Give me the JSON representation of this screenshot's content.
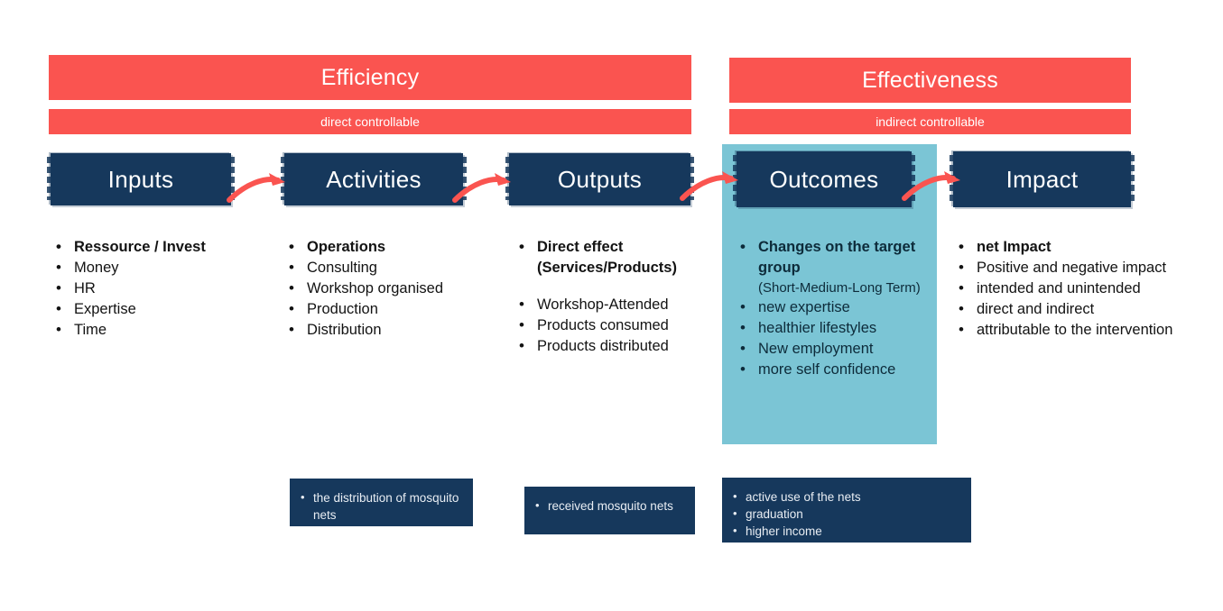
{
  "banners": {
    "efficiency": {
      "title": "Efficiency",
      "subtitle": "direct controllable"
    },
    "effectiveness": {
      "title": "Effectiveness",
      "subtitle": "indirect controllable"
    }
  },
  "colors": {
    "red": "#FA5450",
    "navy": "#16385C",
    "light_blue": "#7BC5D5",
    "text": "#131313"
  },
  "stages": {
    "inputs": "Inputs",
    "activities": "Activities",
    "outputs": "Outputs",
    "outcomes": "Outcomes",
    "impact": "Impact"
  },
  "lists": {
    "inputs": [
      {
        "text": "Ressource / Invest",
        "bold": true
      },
      {
        "text": "Money",
        "bold": false
      },
      {
        "text": "HR",
        "bold": false
      },
      {
        "text": "Expertise",
        "bold": false
      },
      {
        "text": "Time",
        "bold": false
      }
    ],
    "activities": [
      {
        "text": "Operations",
        "bold": true
      },
      {
        "text": "Consulting",
        "bold": false
      },
      {
        "text": "Workshop organised",
        "bold": false
      },
      {
        "text": "Production",
        "bold": false
      },
      {
        "text": "Distribution",
        "bold": false
      }
    ],
    "outputs": [
      {
        "text": "Direct effect (Services/Products)",
        "bold": true
      },
      {
        "text": "Workshop-Attended",
        "bold": false,
        "gap": true
      },
      {
        "text": "Products consumed",
        "bold": false
      },
      {
        "text": "Products distributed",
        "bold": false
      }
    ],
    "outcomes": [
      {
        "text": "Changes on the target group",
        "bold": true,
        "note": "(Short-Medium-Long Term)"
      },
      {
        "text": "new expertise",
        "bold": false
      },
      {
        "text": "healthier lifestyles",
        "bold": false
      },
      {
        "text": "New employment",
        "bold": false
      },
      {
        "text": "more self confidence",
        "bold": false
      }
    ],
    "impact": [
      {
        "text": "net Impact",
        "bold": true
      },
      {
        "text": "Positive and negative impact",
        "bold": false
      },
      {
        "text": "intended and unintended",
        "bold": false
      },
      {
        "text": "direct and indirect",
        "bold": false
      },
      {
        "text": "attributable to the intervention",
        "bold": false
      }
    ]
  },
  "notes": {
    "activities": [
      "the distribution of mosquito nets"
    ],
    "outputs": [
      "received mosquito nets"
    ],
    "outcomes": [
      "active use of the nets",
      "graduation",
      "higher income"
    ]
  }
}
